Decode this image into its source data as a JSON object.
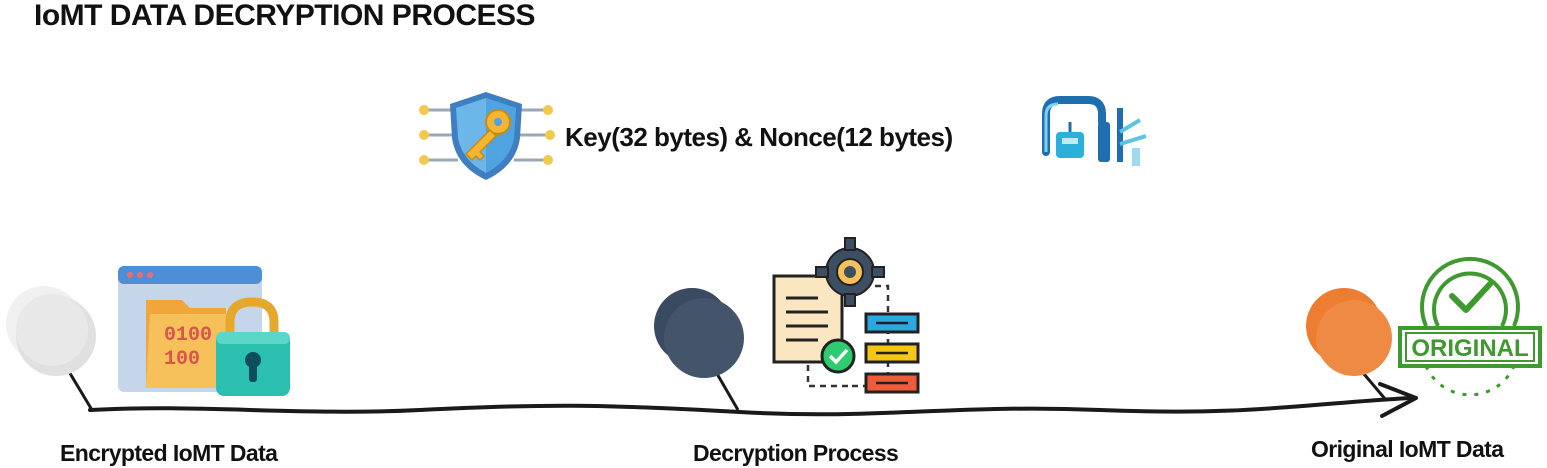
{
  "title": "IoMT DATA DECRYPTION PROCESS",
  "key_label": "Key(32 bytes) & Nonce(12 bytes)",
  "icon_text": {
    "binary_line1": "0100",
    "binary_line2": "100",
    "badge_text": "ORIGINAL"
  },
  "stages": [
    {
      "label": "Encrypted IoMT Data",
      "pin_color": "#e8e8e8",
      "icon": "encrypted-folder-icon"
    },
    {
      "label": "Decryption Process",
      "pin_color": "#44546a",
      "icon": "decryption-gear-icon"
    },
    {
      "label": "Original IoMT Data",
      "pin_color": "#ed7d31",
      "icon": "original-badge-icon"
    }
  ],
  "colors": {
    "timeline": "#1a1a1a",
    "shield": "#4fa3e0",
    "key": "#f2b632",
    "lock": "#2bbfb0",
    "badge": "#3e9a2f"
  }
}
